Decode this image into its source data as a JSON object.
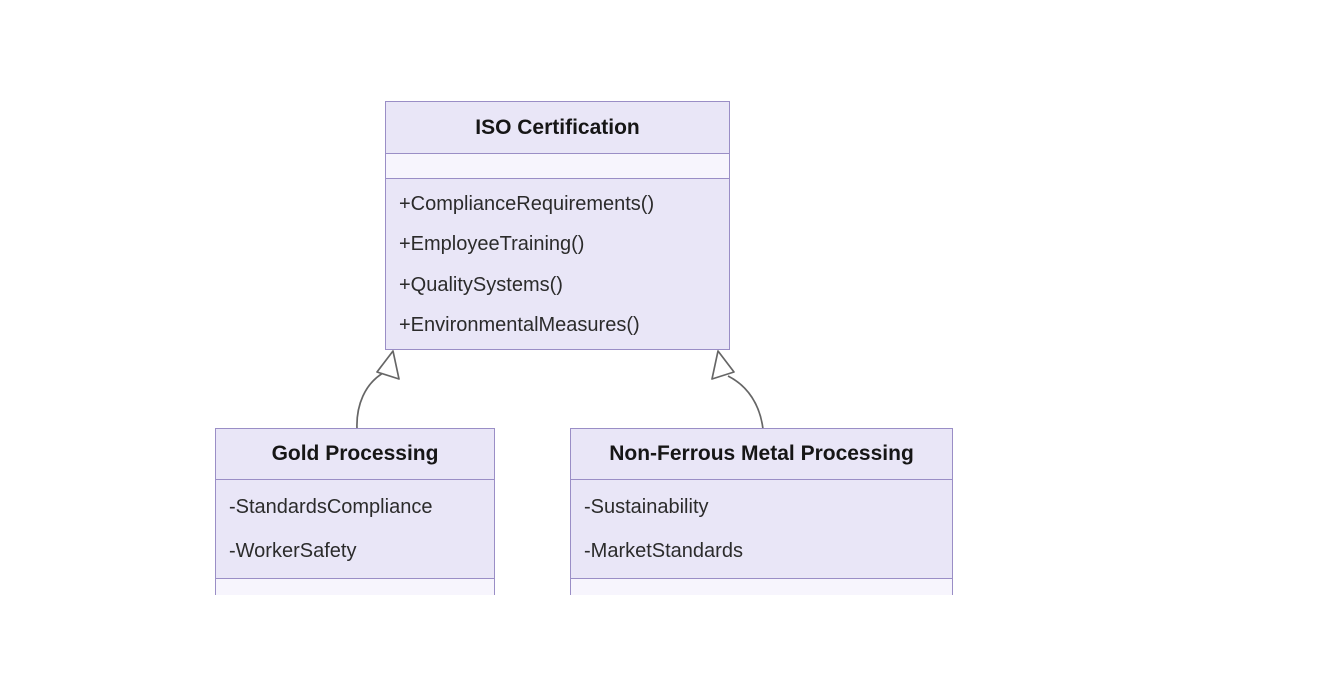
{
  "diagram": {
    "kind": "uml-class-diagram",
    "classes": {
      "iso": {
        "name": "ISO Certification",
        "attributes": [],
        "methods": [
          "+ComplianceRequirements()",
          "+EmployeeTraining()",
          "+QualitySystems()",
          "+EnvironmentalMeasures()"
        ]
      },
      "gold": {
        "name": "Gold Processing",
        "attributes": [
          "-StandardsCompliance",
          "-WorkerSafety"
        ],
        "methods": []
      },
      "nfm": {
        "name": "Non-Ferrous Metal Processing",
        "attributes": [
          "-Sustainability",
          "-MarketStandards"
        ],
        "methods": []
      }
    },
    "relations": [
      {
        "from": "Gold Processing",
        "to": "ISO Certification",
        "type": "inheritance"
      },
      {
        "from": "Non-Ferrous Metal Processing",
        "to": "ISO Certification",
        "type": "inheritance"
      }
    ]
  },
  "theme": {
    "bg": "#ffffff",
    "box-fill": "#e9e6f7",
    "empty-fill": "#f7f5fd",
    "border": "#9a8ec6",
    "title-text": "#161616",
    "body-text": "#2b2b2b",
    "edge": "#666666"
  }
}
